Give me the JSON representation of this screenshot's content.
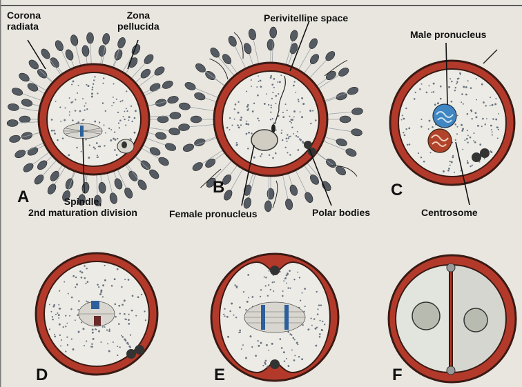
{
  "labels": {
    "corona_radiata": "Corona\nradiata",
    "zona_pellucida": "Zona\npellucida",
    "perivitelline_space": "Perivitelline space",
    "male_pronucleus": "Male pronucleus",
    "spindle": "Spindle,\n2nd maturation division",
    "female_pronucleus": "Female pronucleus",
    "polar_bodies": "Polar bodies",
    "centrosome": "Centrosome"
  },
  "panels": [
    "A",
    "B",
    "C",
    "D",
    "E",
    "F"
  ],
  "colors": {
    "background": "#e9e6e0",
    "zona_ring": "#b33a2a",
    "ring_outline": "#3a1a14",
    "cytoplasm": "#ecebe6",
    "cytoplasm_dots": "#6a7480",
    "corona_cells": "#555b62",
    "male_pronucleus": "#3f86c2",
    "female_pronucleus_c": "#b1432a",
    "chromosomes": "#2c5f9c"
  }
}
